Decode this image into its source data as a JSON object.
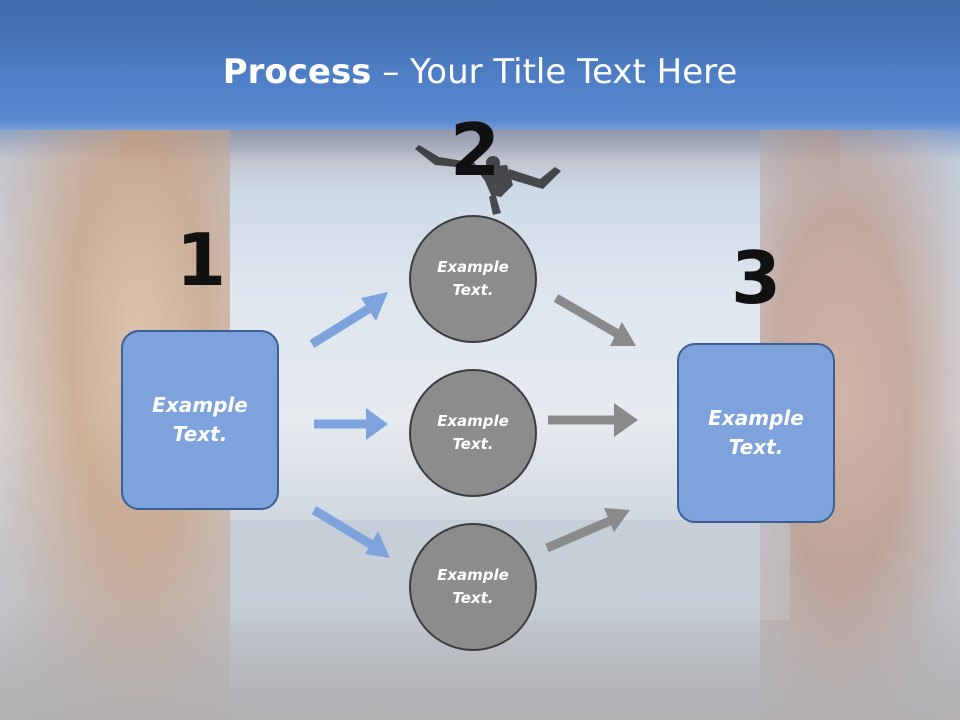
{
  "title": {
    "bold": "Process",
    "rest": " – Your Title Text Here"
  },
  "steps": {
    "one": {
      "number": "1",
      "line1": "Example",
      "line2": "Text."
    },
    "two": {
      "number": "2"
    },
    "three": {
      "number": "3",
      "line1": "Example",
      "line2": "Text."
    }
  },
  "circles": [
    {
      "line1": "Example",
      "line2": "Text."
    },
    {
      "line1": "Example",
      "line2": "Text."
    },
    {
      "line1": "Example",
      "line2": "Text."
    }
  ],
  "colors": {
    "blue_arrow": "#7ea2dc",
    "gray_arrow": "#8a8a8a",
    "box_fill": "#7ea2dc",
    "circle_fill": "#8c8c8c"
  }
}
